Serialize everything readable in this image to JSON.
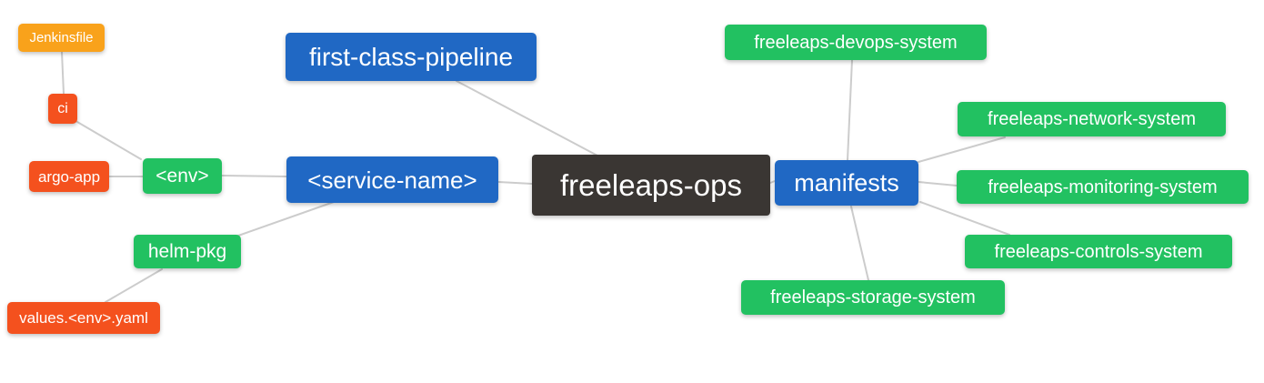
{
  "palette": {
    "blue": "#2068c4",
    "green": "#22c161",
    "orange": "#f9a21b",
    "red": "#f4511e",
    "dark_root": "#3a3633",
    "connector_line": "#cccccc",
    "background": "#ffffff",
    "node_text": "#ffffff"
  },
  "nodes": {
    "root": {
      "label": "freeleaps-ops"
    },
    "first_class_pipeline": {
      "label": "first-class-pipeline"
    },
    "service_name": {
      "label": "<service-name>"
    },
    "env": {
      "label": "<env>"
    },
    "argo_app": {
      "label": "argo-app"
    },
    "ci": {
      "label": "ci"
    },
    "jenkinsfile": {
      "label": "Jenkinsfile"
    },
    "helm_pkg": {
      "label": "helm-pkg"
    },
    "values_env_yaml": {
      "label": "values.<env>.yaml"
    },
    "manifests": {
      "label": "manifests"
    },
    "devops_system": {
      "label": "freeleaps-devops-system"
    },
    "network_system": {
      "label": "freeleaps-network-system"
    },
    "monitoring_system": {
      "label": "freeleaps-monitoring-system"
    },
    "controls_system": {
      "label": "freeleaps-controls-system"
    },
    "storage_system": {
      "label": "freeleaps-storage-system"
    }
  },
  "edges": [
    {
      "from": "Jenkinsfile",
      "to": "ci"
    },
    {
      "from": "ci",
      "to": "<env>"
    },
    {
      "from": "argo-app",
      "to": "<env>"
    },
    {
      "from": "<env>",
      "to": "<service-name>"
    },
    {
      "from": "helm-pkg",
      "to": "<service-name>"
    },
    {
      "from": "values.<env>.yaml",
      "to": "helm-pkg"
    },
    {
      "from": "first-class-pipeline",
      "to": "freeleaps-ops"
    },
    {
      "from": "<service-name>",
      "to": "freeleaps-ops"
    },
    {
      "from": "freeleaps-ops",
      "to": "manifests"
    },
    {
      "from": "manifests",
      "to": "freeleaps-devops-system"
    },
    {
      "from": "manifests",
      "to": "freeleaps-network-system"
    },
    {
      "from": "manifests",
      "to": "freeleaps-monitoring-system"
    },
    {
      "from": "manifests",
      "to": "freeleaps-controls-system"
    },
    {
      "from": "manifests",
      "to": "freeleaps-storage-system"
    }
  ]
}
